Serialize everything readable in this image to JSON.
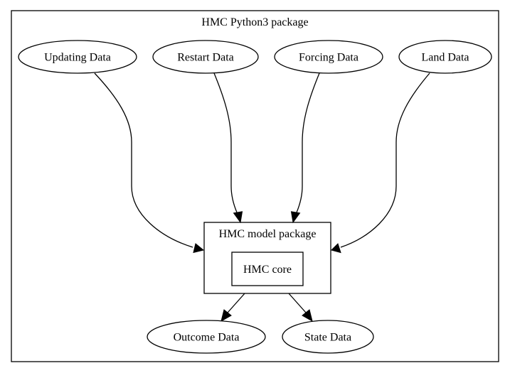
{
  "outer_cluster": {
    "title": "HMC Python3 package"
  },
  "inputs": {
    "updating": "Updating Data",
    "restart": "Restart Data",
    "forcing": "Forcing Data",
    "land": "Land Data"
  },
  "model_cluster": {
    "title": "HMC model package",
    "core": "HMC core"
  },
  "outputs": {
    "outcome": "Outcome Data",
    "state": "State Data"
  },
  "edges": [
    {
      "from": "Updating Data",
      "to": "HMC model package"
    },
    {
      "from": "Restart Data",
      "to": "HMC model package"
    },
    {
      "from": "Forcing Data",
      "to": "HMC model package"
    },
    {
      "from": "Land Data",
      "to": "HMC model package"
    },
    {
      "from": "HMC model package",
      "to": "Outcome Data"
    },
    {
      "from": "HMC model package",
      "to": "State Data"
    }
  ]
}
